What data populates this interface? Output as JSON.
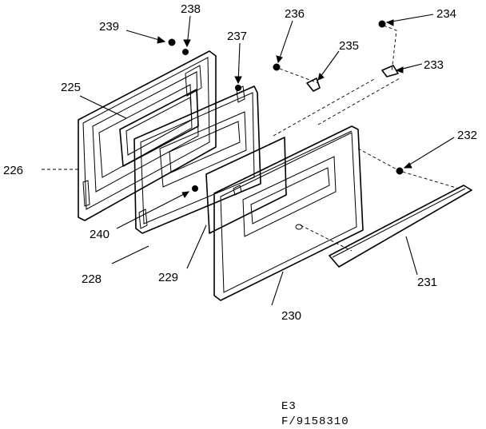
{
  "callouts": {
    "p225": "225",
    "p226": "226",
    "p228": "228",
    "p229": "229",
    "p230": "230",
    "p231": "231",
    "p232": "232",
    "p233": "233",
    "p234": "234",
    "p235": "235",
    "p236": "236",
    "p237": "237",
    "p238": "238",
    "p239": "239",
    "p240": "240"
  },
  "caption": {
    "line1": "E3",
    "line2": "F/9158310"
  }
}
